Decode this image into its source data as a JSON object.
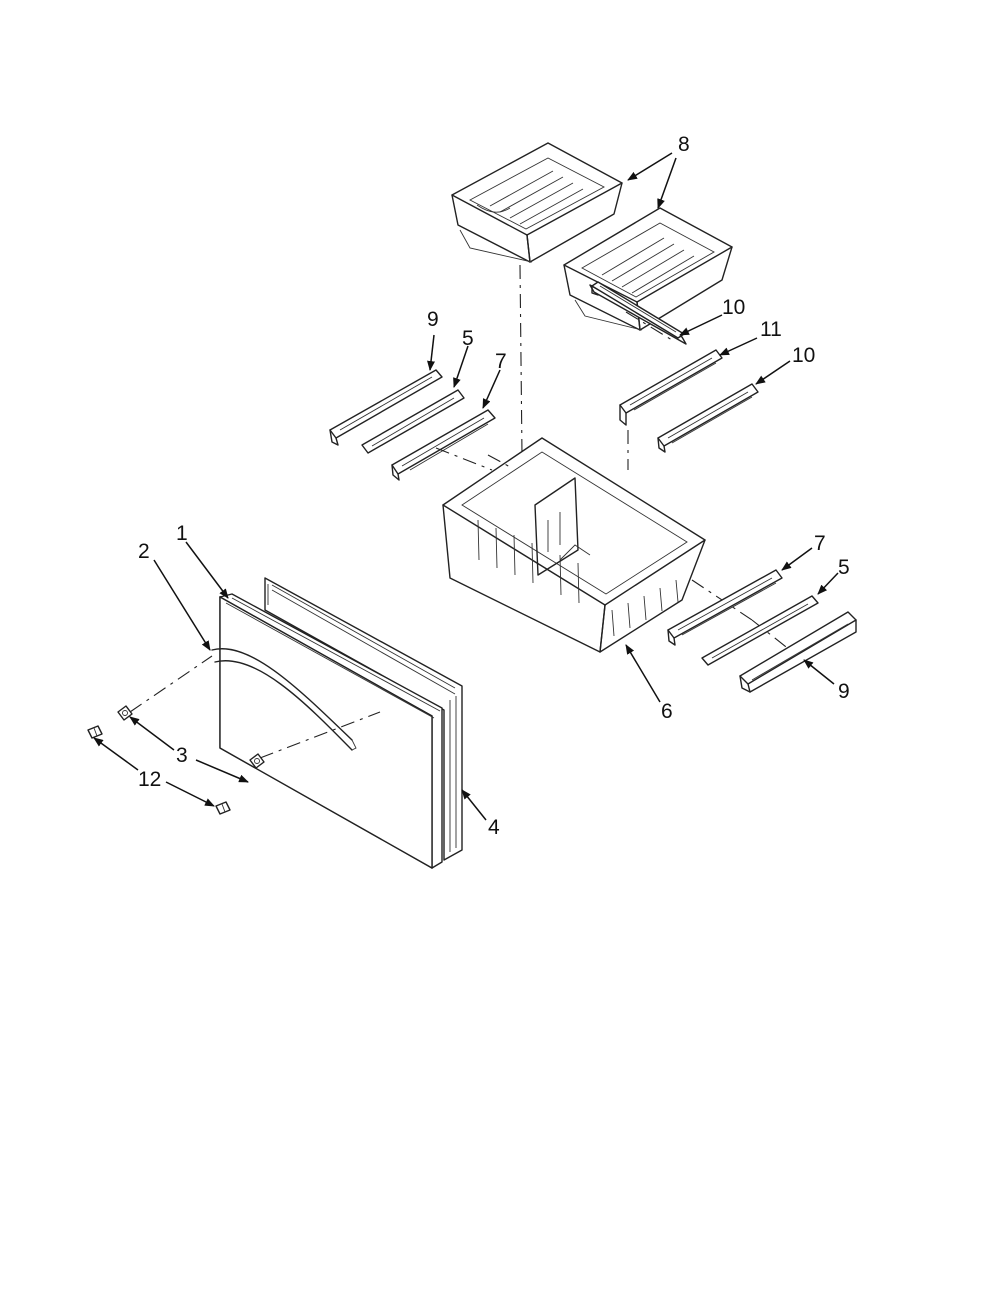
{
  "callouts": {
    "c1": "1",
    "c2": "2",
    "c3": "3",
    "c4": "4",
    "c5_left": "5",
    "c5_right": "5",
    "c6": "6",
    "c7_left": "7",
    "c7_right": "7",
    "c8": "8",
    "c9_left": "9",
    "c9_right": "9",
    "c10_top": "10",
    "c10_bottom": "10",
    "c11": "11",
    "c12": "12"
  }
}
